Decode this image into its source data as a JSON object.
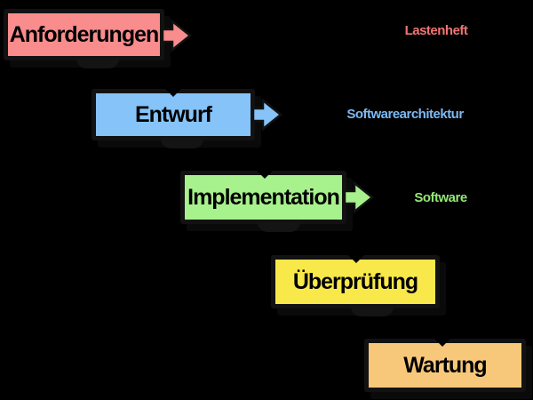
{
  "diagram": {
    "background_color": "#000000",
    "border_color": "#121212"
  },
  "stages": [
    {
      "label": "Anforderungen",
      "color": "#f98c8c",
      "deliverable": "Lastenheft",
      "deliverable_color": "#f07474"
    },
    {
      "label": "Entwurf",
      "color": "#85c3f9",
      "deliverable": "Softwarearchitektur",
      "deliverable_color": "#7db9f2"
    },
    {
      "label": "Implementation",
      "color": "#a7f28c",
      "deliverable": "Software",
      "deliverable_color": "#93e876"
    },
    {
      "label": "Überprüfung",
      "color": "#f8e84a"
    },
    {
      "label": "Wartung",
      "color": "#f8c87a"
    }
  ]
}
